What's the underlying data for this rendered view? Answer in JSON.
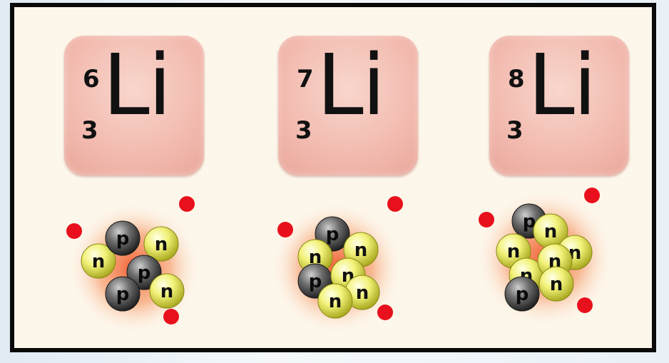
{
  "isotopes": [
    {
      "symbol": "Li",
      "mass_number": "6",
      "atomic_number": "3",
      "nucleus": [
        "n",
        "p",
        "n",
        "p",
        "p",
        "n"
      ]
    },
    {
      "symbol": "Li",
      "mass_number": "7",
      "atomic_number": "3",
      "nucleus": [
        "p",
        "n",
        "n",
        "p",
        "n",
        "n",
        "n"
      ]
    },
    {
      "symbol": "Li",
      "mass_number": "8",
      "atomic_number": "3",
      "nucleus": [
        "p",
        "n",
        "n",
        "n",
        "n",
        "n",
        "n",
        "p"
      ]
    }
  ],
  "colors": {
    "frame_bg": "#fdf6ea",
    "symbol_box": "#f3bdb2",
    "proton": "#555555",
    "neutron": "#f0f070",
    "electron": "#e8101c",
    "glow": "#f26a3a"
  }
}
